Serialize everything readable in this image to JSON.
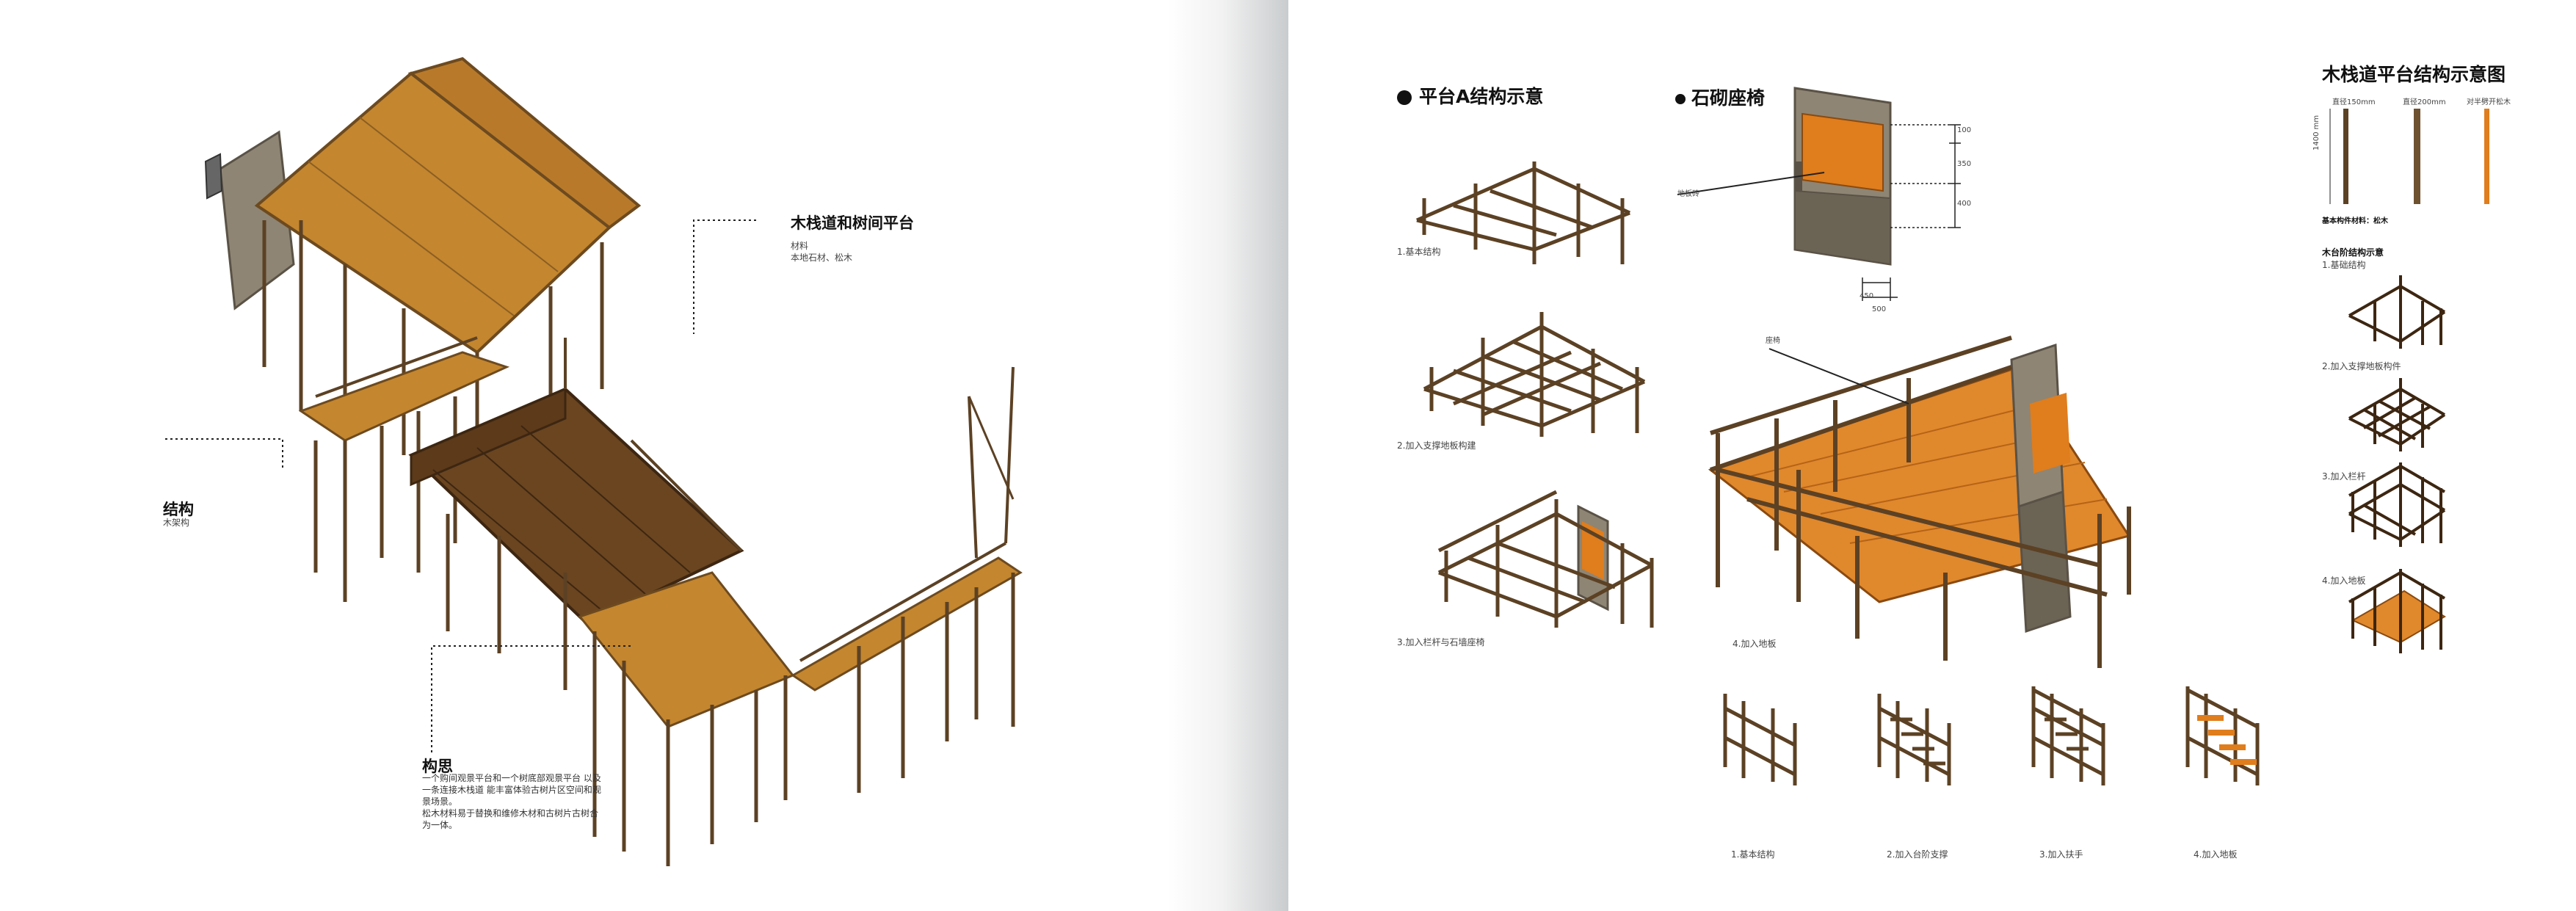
{
  "left": {
    "callout_platform": {
      "title": "木栈道和树间平台",
      "label": "材料",
      "text": "本地石材、松木"
    },
    "callout_structure": {
      "title": "结构",
      "text": "木架构"
    },
    "callout_concept": {
      "title": "构思",
      "lines": [
        "一个购间观景平台和一个树底部观景平台 以及",
        "一条连接木栈道 能丰富体验古树片区空间和观",
        "景场景。",
        "松木材料易于替换和维修木材和古树片古树合",
        "为一体。"
      ]
    }
  },
  "right": {
    "platform_a": {
      "title": "平台A结构示意",
      "steps": [
        "1.基本结构",
        "2.加入支撑地板构建",
        "3.加入栏杆与石墙座椅"
      ]
    },
    "stone_seat": {
      "title": "石砌座椅",
      "label_paving": "地板砖",
      "dims": [
        "100",
        "350",
        "400",
        "450",
        "500"
      ]
    },
    "platform_view": {
      "label_seat": "座椅",
      "step": "4.加入地板"
    },
    "stairs": {
      "steps": [
        "1.基本结构",
        "2.加入台阶支撑",
        "3.加入扶手",
        "4.加入地板"
      ]
    },
    "structure_diagram": {
      "title": "木栈道平台结构示意图",
      "members": [
        "直径150mm",
        "直径200mm",
        "对半劈开松木"
      ],
      "member_scale": "1400 mm",
      "basic_material": "基本构件材料：松木",
      "deck_title": "木台阶结构示意",
      "deck_steps": [
        "1.基础结构",
        "2.加入支撑地板构件",
        "3.加入栏杆",
        "4.加入地板"
      ]
    }
  },
  "colors": {
    "timber": "#8a6a3a",
    "timber_dark": "#5c4124",
    "deck_orange": "#d98a2b",
    "deck_brown": "#8b5a2b",
    "stone": "#8e8574",
    "seat_orange": "#e07d1c"
  }
}
